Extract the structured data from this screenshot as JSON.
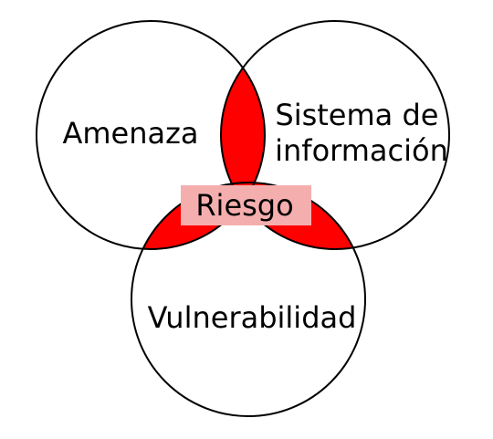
{
  "diagram": {
    "type": "venn",
    "sets": [
      {
        "id": "amenaza",
        "label_lines": [
          "Amenaza"
        ]
      },
      {
        "id": "sistema",
        "label_lines": [
          "Sistema de",
          "información"
        ]
      },
      {
        "id": "vulnerabilidad",
        "label_lines": [
          "Vulnerabilidad"
        ]
      }
    ],
    "intersection_label": "Riesgo",
    "colors": {
      "circle_stroke": "#000000",
      "background": "#ffffff",
      "overlap_fill": "#ff0000",
      "label_box": "#f5aeae"
    }
  }
}
